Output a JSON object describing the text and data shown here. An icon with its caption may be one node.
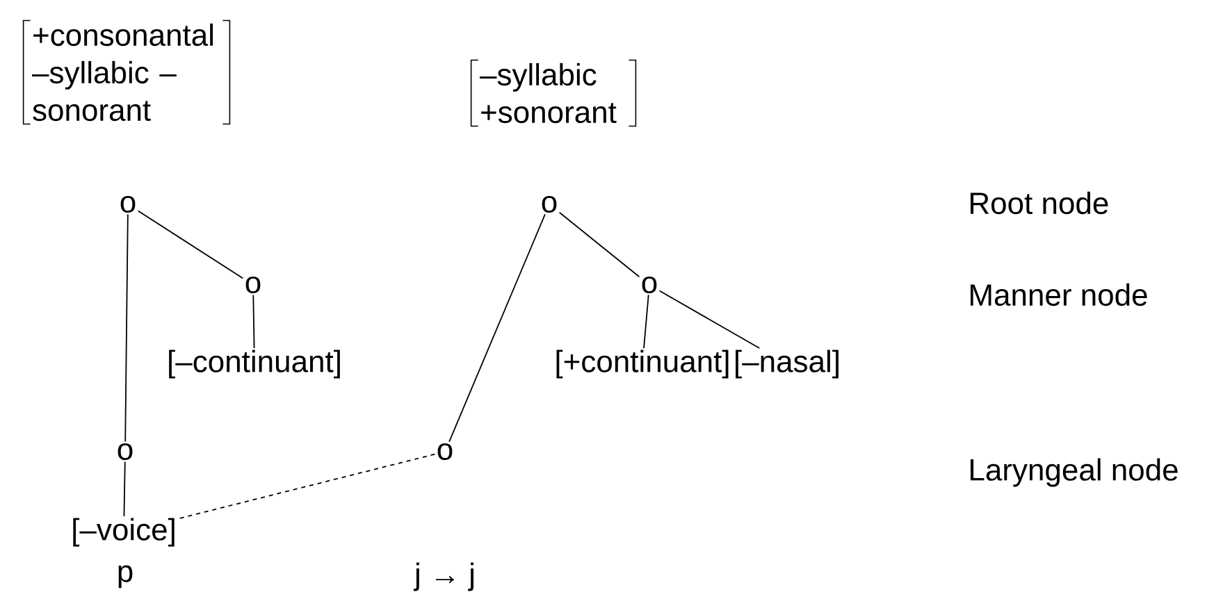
{
  "diagram": {
    "nodes": [
      {
        "text": [
          "+consonantal –syllabic –sonorant"
        ]
      },
      {
        "text": [
          "–syllabic +sonorant"
        ]
      },
      {
        "text": [
          "o"
        ]
      },
      {
        "text": [
          "o"
        ]
      },
      {
        "text": [
          "[–continuant]"
        ]
      },
      {
        "text": [
          "o"
        ]
      },
      {
        "text": [
          "o"
        ]
      },
      {
        "text": [
          "[+continuant]"
        ]
      },
      {
        "text": [
          "[–nasal]"
        ]
      },
      {
        "text": [
          "o"
        ]
      },
      {
        "text": [
          "o"
        ]
      },
      {
        "text": [
          "[–voice]"
        ]
      }
    ],
    "edges": [
      {
        "from": 2,
        "to": 3,
        "arrow": "none"
      },
      {
        "from": 2,
        "to": 9,
        "arrow": "none"
      },
      {
        "from": 3,
        "to": 4,
        "arrow": "none"
      },
      {
        "from": 5,
        "to": 6,
        "arrow": "none"
      },
      {
        "from": 5,
        "to": 10,
        "arrow": "none"
      },
      {
        "from": 6,
        "to": 7,
        "arrow": "none"
      },
      {
        "from": 6,
        "to": 8,
        "arrow": "none"
      },
      {
        "from": 9,
        "to": 11,
        "arrow": "none"
      },
      {
        "from": 10,
        "to": 11,
        "arrow": "none",
        "style": "dashed"
      }
    ],
    "labels": [
      "Root node",
      "Manner node",
      "Laryngeal node",
      "p",
      "j → j"
    ]
  }
}
